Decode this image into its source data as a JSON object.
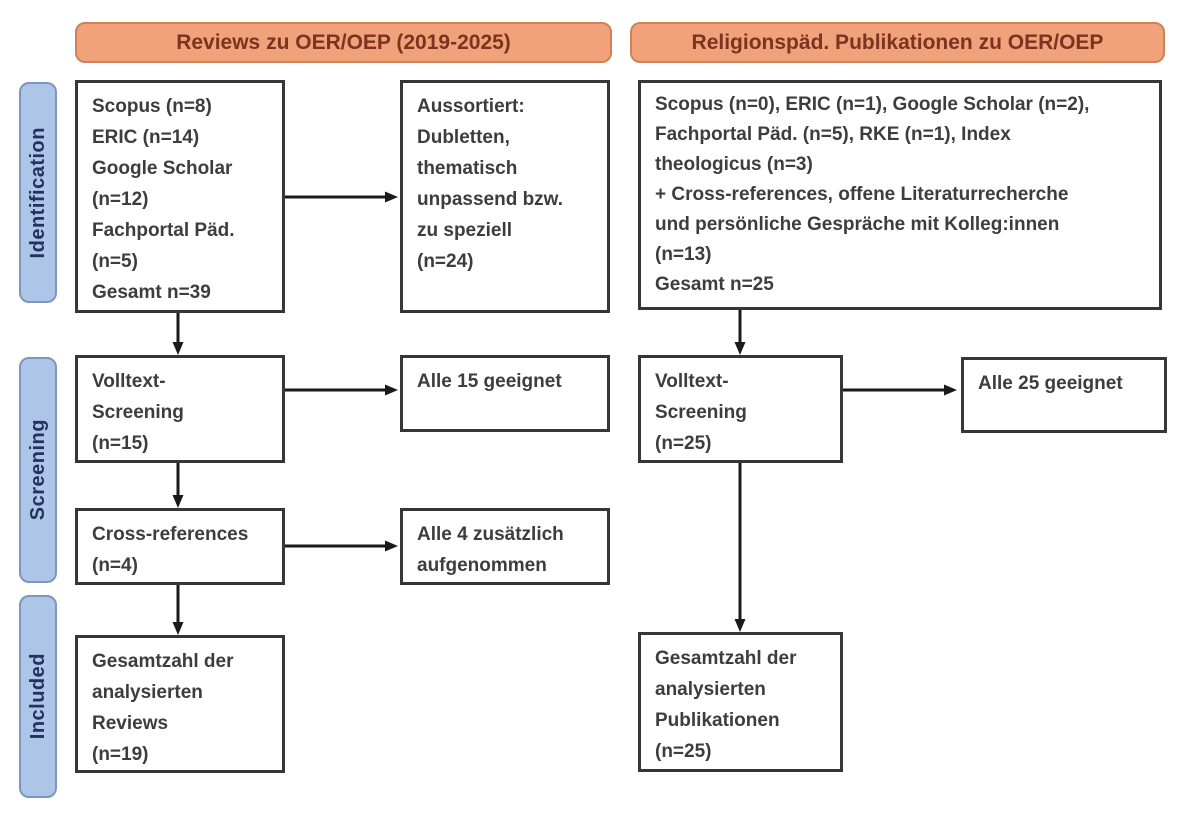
{
  "diagram": {
    "type": "prisma-flowchart",
    "colors": {
      "header_fill": "#F1A27A",
      "header_border": "#CE8257",
      "header_text": "#7A3420",
      "stage_fill": "#ADC5E7",
      "stage_border": "#7E96BD",
      "stage_text": "#21355C",
      "box_border": "#363636",
      "box_text": "#3D3D3D",
      "arrow": "#1A1A1A"
    },
    "stages": [
      "Identification",
      "Screening",
      "Included"
    ],
    "columns": [
      {
        "header": "Reviews zu OER/OEP (2019-2025)",
        "boxes": {
          "identification": "Scopus (n=8)\nERIC (n=14)\nGoogle Scholar\n(n=12)\nFachportal Päd.\n(n=5)\nGesamt n=39",
          "excluded": "Aussortiert:\nDubletten,\nthematisch\nunpassend bzw.\nzu speziell\n(n=24)",
          "screening": "Volltext-\nScreening\n(n=15)",
          "screening_result": "Alle 15 geeignet",
          "crossref": "Cross-references\n(n=4)",
          "crossref_result": "Alle 4 zusätzlich\naufgenommen",
          "included": "Gesamtzahl der\nanalysierten\nReviews\n(n=19)"
        }
      },
      {
        "header": "Religionspäd. Publikationen zu OER/OEP",
        "boxes": {
          "identification": "Scopus (n=0), ERIC (n=1), Google Scholar (n=2),\nFachportal Päd. (n=5), RKE (n=1), Index\ntheologicus (n=3)\n+ Cross-references, offene Literaturrecherche\nund persönliche Gespräche mit Kolleg:innen\n(n=13)\nGesamt n=25",
          "screening": "Volltext-\nScreening\n(n=25)",
          "screening_result": "Alle 25 geeignet",
          "included": "Gesamtzahl der\nanalysierten\nPublikationen\n(n=25)"
        }
      }
    ]
  }
}
